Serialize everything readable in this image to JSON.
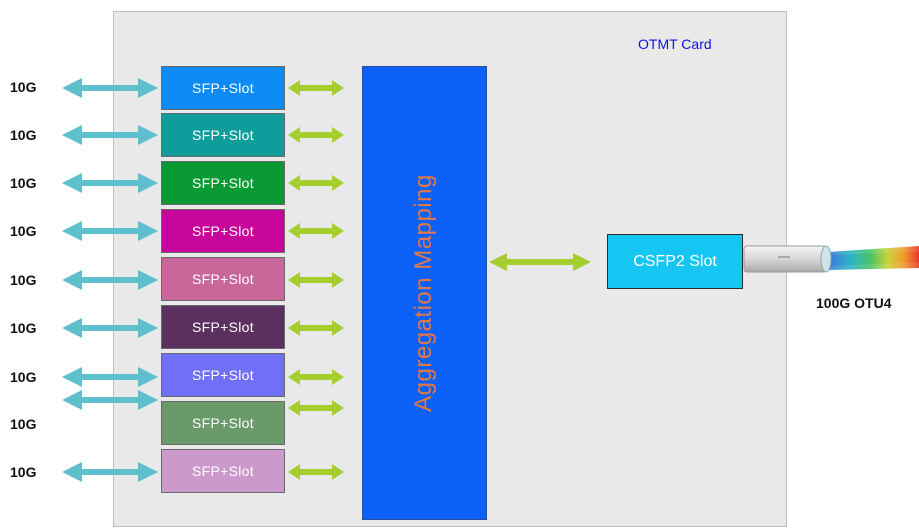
{
  "card": {
    "title": "OTMT Card"
  },
  "ports": [
    {
      "rate": "10G",
      "slot_label": "SFP+Slot",
      "slot_color": "#0c8bf5"
    },
    {
      "rate": "10G",
      "slot_label": "SFP+Slot",
      "slot_color": "#119c9c"
    },
    {
      "rate": "10G",
      "slot_label": "SFP+Slot",
      "slot_color": "#0a9a34"
    },
    {
      "rate": "10G",
      "slot_label": "SFP+Slot",
      "slot_color": "#c7059c"
    },
    {
      "rate": "10G",
      "slot_label": "SFP+Slot",
      "slot_color": "#c9669a"
    },
    {
      "rate": "10G",
      "slot_label": "SFP+Slot",
      "slot_color": "#5b2f5e"
    },
    {
      "rate": "10G",
      "slot_label": "SFP+Slot",
      "slot_color": "#6f6ff7"
    },
    {
      "rate": "10G",
      "slot_label": "SFP+Slot",
      "slot_color": "#6a9a6a"
    },
    {
      "rate": "10G",
      "slot_label": "SFP+Slot",
      "slot_color": "#cc99cc"
    }
  ],
  "aggregation": {
    "label": "Aggregation Mapping",
    "color": "#0a60f7"
  },
  "uplink": {
    "slot_label": "CSFP2 Slot",
    "line_label": "100G OTU4"
  },
  "colors": {
    "client_arrow": "#5ebfcf",
    "internal_arrow": "#a6ce2f"
  }
}
